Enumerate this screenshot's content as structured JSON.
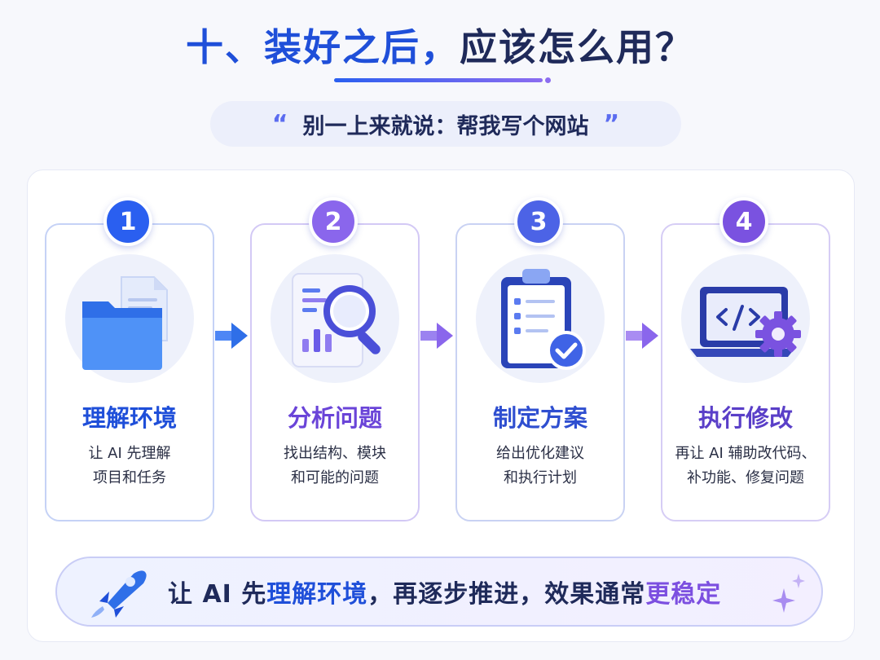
{
  "header": {
    "title_a": "十、装好之后，",
    "title_b": "应该怎么用？",
    "quote": "别一上来就说：帮我写个网站",
    "quote_open": "“",
    "quote_close": "”"
  },
  "steps": [
    {
      "number": "1",
      "title": "理解环境",
      "desc_line1": "让 AI 先理解",
      "desc_line2": "项目和任务",
      "icon": "folder-icon",
      "color": "#2a5ff0"
    },
    {
      "number": "2",
      "title": "分析问题",
      "desc_line1": "找出结构、模块",
      "desc_line2": "和可能的问题",
      "icon": "magnifier-report-icon",
      "color": "#7c5ce8"
    },
    {
      "number": "3",
      "title": "制定方案",
      "desc_line1": "给出优化建议",
      "desc_line2": "和执行计划",
      "icon": "clipboard-check-icon",
      "color": "#3f5fe0"
    },
    {
      "number": "4",
      "title": "执行修改",
      "desc_line1": "再让 AI 辅助改代码、",
      "desc_line2": "补功能、修复问题",
      "icon": "laptop-code-gear-icon",
      "color": "#6b49d8"
    }
  ],
  "footer": {
    "part1": "让 AI 先",
    "part2": "理解环境",
    "part3": "，再逐步推进，效果通常",
    "part4": "更稳定",
    "icon": "rocket-icon",
    "deco_icon": "sparkle-icon"
  }
}
